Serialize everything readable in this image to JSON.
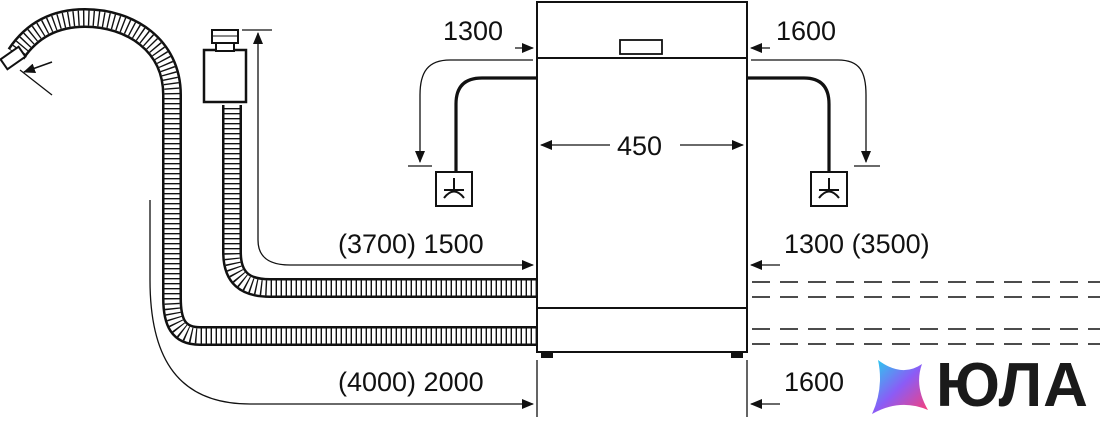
{
  "labels": {
    "inlet_left_top": "1300",
    "inlet_right_top": "1600",
    "width": "450",
    "hose_left_mid": "(3700) 1500",
    "hose_right_mid": "1300 (3500)",
    "hose_left_bottom": "(4000) 2000",
    "hose_right_bottom": "1600"
  },
  "watermark": {
    "text": "ЮЛА",
    "logo_colors": [
      "#ff3d71",
      "#8b5cf6",
      "#22d3ee"
    ]
  }
}
